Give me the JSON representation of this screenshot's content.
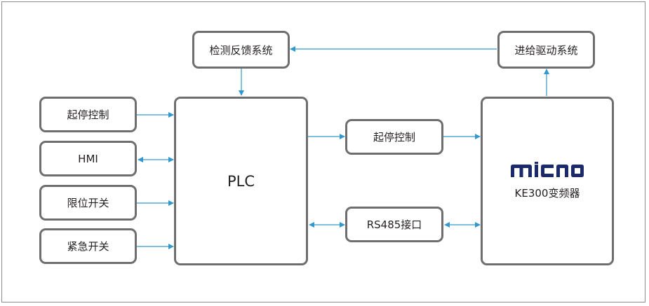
{
  "nodes": {
    "feedback": "检测反馈系统",
    "drive": "进给驱动系统",
    "start_stop_left": "起停控制",
    "hmi": "HMI",
    "limit_switch": "限位开关",
    "emergency_switch": "紧急开关",
    "plc": "PLC",
    "start_stop_mid": "起停控制",
    "rs485": "RS485接口",
    "vfd_brand": "micno",
    "vfd_model": "KE300变频器"
  },
  "colors": {
    "arrow": "#3399cc",
    "box_border": "#6e6e6e",
    "logo": "#1b2a6b"
  }
}
